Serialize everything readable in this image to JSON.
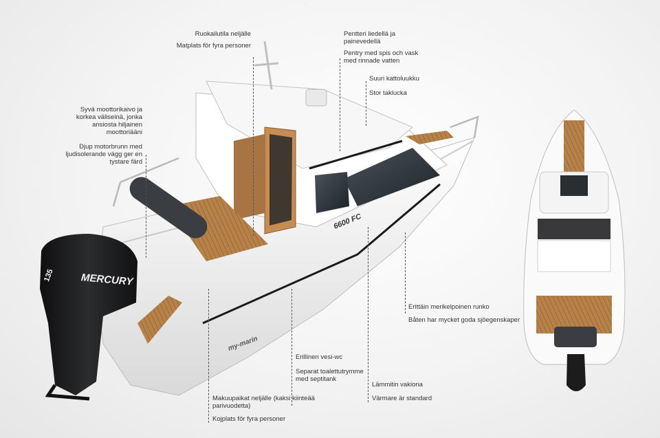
{
  "callouts": {
    "dining": {
      "fi": "Ruokailutila neljälle",
      "sv": "Matplats för fyra personer"
    },
    "galley": {
      "fi": "Pentteri liedellä ja painevedellä",
      "sv": "Pentry med spis och vask med rinnade vatten"
    },
    "hatch": {
      "fi": "Suuri kattoluukku",
      "sv": "Stor taklucka"
    },
    "engine_well": {
      "fi": "Syvä moottorikaivo ja korkea väliseinä, jonka ansiosta hiljainen moottoriääni",
      "sv": "Djup motorbrunn med ljudisolerande vägg ger en tystare färd"
    },
    "hull": {
      "fi": "Erittäin merikelpoinen runko",
      "sv": "Båten har mycket goda sjöegenskaper"
    },
    "wc": {
      "fi": "Erillinen vesi-wc",
      "sv": "Separat toalettutrymme med septitank"
    },
    "heater": {
      "fi": "Lämmitin vakiona",
      "sv": "Värmare är standard"
    },
    "berths": {
      "fi": "Makuupaikat neljälle (kaksi kiinteää parivuodetta)",
      "sv": "Kojplats för fyra personer"
    }
  },
  "boat": {
    "model": "6600 FC",
    "hull_brand": "my-marin",
    "engine_brand": "MERCURY",
    "engine_hp": "135"
  },
  "colors": {
    "hull": "#fafafa",
    "teak": "#b7824a",
    "engine": "#1d1d1f",
    "glass": "#2c3238"
  }
}
